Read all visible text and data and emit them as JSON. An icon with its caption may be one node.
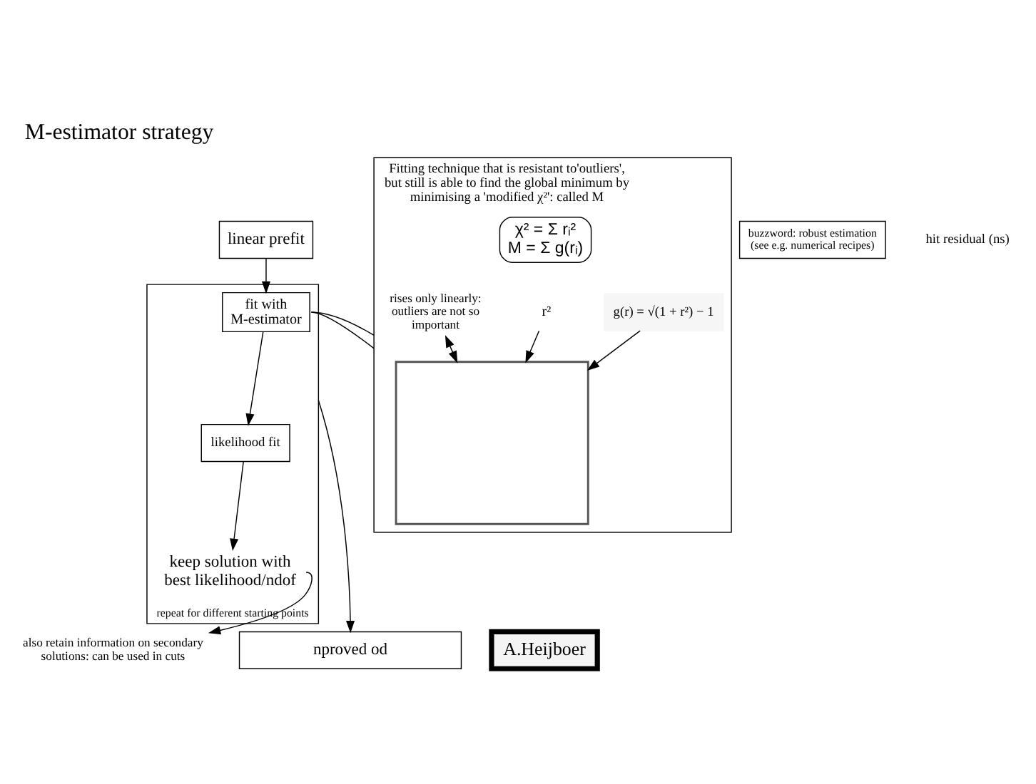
{
  "diagram": {
    "title": "M-estimator strategy",
    "nodes": [
      {
        "text": [
          "linear prefit"
        ]
      },
      {
        "text": [
          "repeat for different starting points"
        ]
      },
      {
        "text": [
          "fit with M-estimator"
        ],
        "in": 1
      },
      {
        "text": [
          "likelihood fit"
        ],
        "in": 1
      },
      {
        "text": [
          "keep solution with best likelihood/ndof"
        ],
        "in": 1
      },
      {
        "text": [
          "nproved od"
        ]
      },
      {
        "text": [
          "A.Heijboer"
        ]
      },
      {
        "text": [
          "Fitting technique that is resistant to'outliers', but still is able to find the global minimum by minimising a 'modified χ²': called M"
        ]
      },
      {
        "text": [],
        "shape": "box",
        "in": 7
      },
      {
        "text": [
          "g(r) = √(1 + r²) − 1"
        ],
        "in": 7
      },
      {
        "text": [
          "r²"
        ],
        "in": 7
      },
      {
        "text": [
          "χ² = Σ rᵢ²",
          "M = Σ g(rᵢ)"
        ],
        "in": 7
      },
      {
        "text": [
          "rises only linearly: outliers are not so important"
        ],
        "in": 7
      },
      {
        "text": [
          "also retain information on secondary solutions: can be used in cuts"
        ]
      },
      {
        "text": [
          "buzzword: robust estimation (see e.g. numerical recipes)"
        ]
      }
    ],
    "edges": [
      {
        "from": 0,
        "to": 2,
        "arrow": "to"
      },
      {
        "from": 2,
        "to": 3,
        "arrow": "to"
      },
      {
        "from": 3,
        "to": 4,
        "arrow": "to"
      },
      {
        "from": 1,
        "to": 5,
        "arrow": "to"
      },
      {
        "from": 2,
        "to": 7,
        "arrow": "none"
      },
      {
        "from": 2,
        "to": 7,
        "arrow": "none"
      },
      {
        "from": 9,
        "to": 8,
        "arrow": "to"
      },
      {
        "from": 10,
        "to": 8,
        "arrow": "to"
      },
      {
        "from": 12,
        "to": 8,
        "arrow": "both"
      },
      {
        "from": 4,
        "to": 13,
        "arrow": "to"
      }
    ],
    "labels": [
      "hit residual (ns)"
    ]
  }
}
